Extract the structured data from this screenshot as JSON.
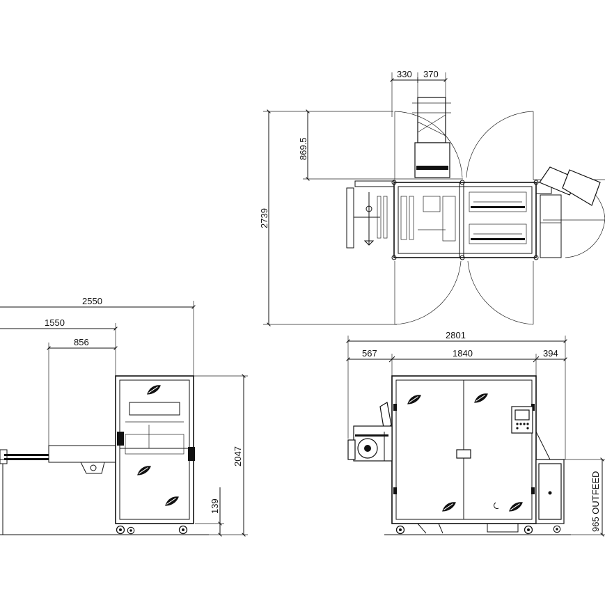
{
  "dimensions": {
    "top": {
      "d330": "330",
      "d370": "370",
      "d869_5": "869.5",
      "d2739": "2739"
    },
    "side": {
      "d2550": "2550",
      "d1550": "1550",
      "d856": "856",
      "d2047": "2047",
      "d139": "139"
    },
    "front": {
      "d2801": "2801",
      "d567": "567",
      "d1840": "1840",
      "d394": "394",
      "d965": "965 OUTFEED"
    }
  },
  "icons": [
    "leaf-logo-icon",
    "control-panel-icon",
    "caster-wheel-icon",
    "film-reel-icon"
  ]
}
